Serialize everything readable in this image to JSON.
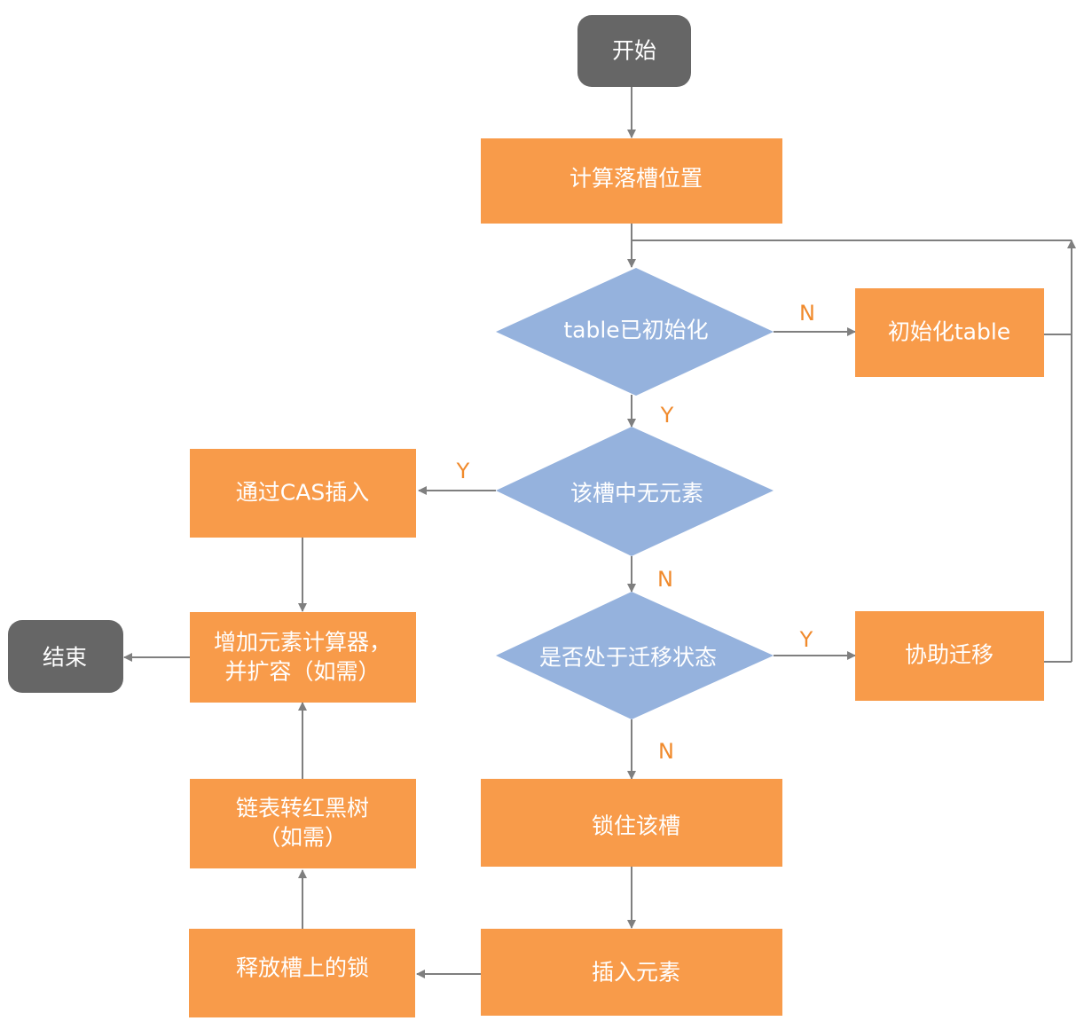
{
  "colors": {
    "process": "#f89b4a",
    "decision": "#95b2dd",
    "terminal": "#666666",
    "edge": "#7f7f7f",
    "label": "#f08a2c"
  },
  "nodes": {
    "start": "开始",
    "calc_slot": "计算落槽位置",
    "table_inited": "table已初始化",
    "init_table": "初始化table",
    "slot_empty": "该槽中无元素",
    "cas_insert": "通过CAS插入",
    "migrating": "是否处于迁移状态",
    "help_migrate": "协助迁移",
    "increment_line1": "增加元素计算器，",
    "increment_line2": "并扩容（如需）",
    "end": "结束",
    "treeify_line1": "链表转红黑树",
    "treeify_line2": "（如需）",
    "lock_slot": "锁住该槽",
    "unlock_slot": "释放槽上的锁",
    "insert_element": "插入元素"
  },
  "edge_labels": {
    "init_no": "N",
    "init_yes": "Y",
    "empty_yes": "Y",
    "empty_no": "N",
    "migrating_yes": "Y",
    "migrating_no": "N"
  }
}
